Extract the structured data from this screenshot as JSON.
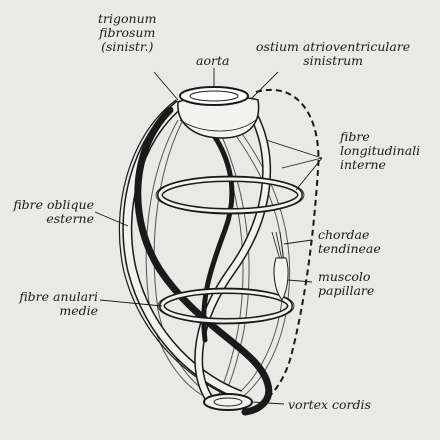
{
  "labels": {
    "trigonum": [
      "trigonum",
      "fibrosum",
      "(sinistr.)"
    ],
    "aorta": [
      "aorta"
    ],
    "ostium": [
      "ostium atrioventriculare",
      "sinistrum"
    ],
    "fibre_longitudinali": [
      "fibre",
      "longitudinali",
      "interne"
    ],
    "fibre_oblique": [
      "fibre oblique",
      "esterne"
    ],
    "chordae": [
      "chordae",
      "tendineae"
    ],
    "muscolo": [
      "muscolo",
      "papillare"
    ],
    "fibre_anulari": [
      "fibre anulari",
      "medie"
    ],
    "vortex": [
      "vortex cordis"
    ]
  },
  "colors": {
    "ink": "#1a1a1a",
    "paper": "#e9e9e6",
    "muscle_fill": "#f2f2ef"
  }
}
